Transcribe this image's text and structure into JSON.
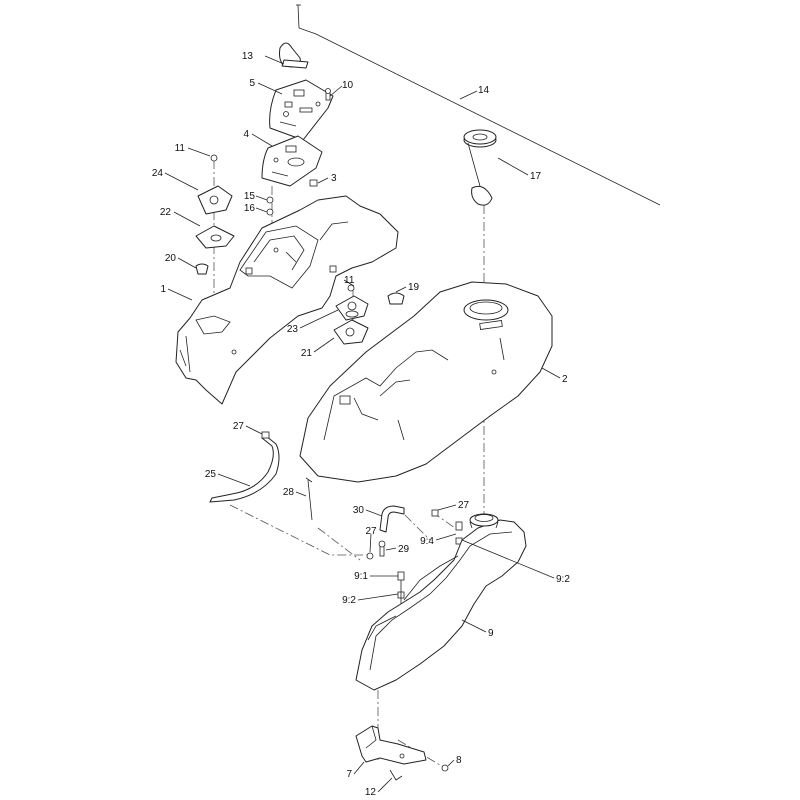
{
  "callouts": [
    {
      "id": "c13",
      "text": "13"
    },
    {
      "id": "c5",
      "text": "5"
    },
    {
      "id": "c10",
      "text": "10"
    },
    {
      "id": "c14",
      "text": "14"
    },
    {
      "id": "c4",
      "text": "4"
    },
    {
      "id": "c11a",
      "text": "11"
    },
    {
      "id": "c3",
      "text": "3"
    },
    {
      "id": "c24",
      "text": "24"
    },
    {
      "id": "c17",
      "text": "17"
    },
    {
      "id": "c15",
      "text": "15"
    },
    {
      "id": "c16",
      "text": "16"
    },
    {
      "id": "c22",
      "text": "22"
    },
    {
      "id": "c20",
      "text": "20"
    },
    {
      "id": "c11b",
      "text": "11"
    },
    {
      "id": "c19",
      "text": "19"
    },
    {
      "id": "c1",
      "text": "1"
    },
    {
      "id": "c23",
      "text": "23"
    },
    {
      "id": "c21",
      "text": "21"
    },
    {
      "id": "c2",
      "text": "2"
    },
    {
      "id": "c27a",
      "text": "27"
    },
    {
      "id": "c25",
      "text": "25"
    },
    {
      "id": "c28",
      "text": "28"
    },
    {
      "id": "c30",
      "text": "30"
    },
    {
      "id": "c27b",
      "text": "27"
    },
    {
      "id": "c94",
      "text": "9:4"
    },
    {
      "id": "c27c",
      "text": "27"
    },
    {
      "id": "c29",
      "text": "29"
    },
    {
      "id": "c91",
      "text": "9:1"
    },
    {
      "id": "c92a",
      "text": "9:2"
    },
    {
      "id": "c92b",
      "text": "9:2"
    },
    {
      "id": "c9",
      "text": "9"
    },
    {
      "id": "c8",
      "text": "8"
    },
    {
      "id": "c7",
      "text": "7"
    },
    {
      "id": "c12",
      "text": "12"
    }
  ]
}
